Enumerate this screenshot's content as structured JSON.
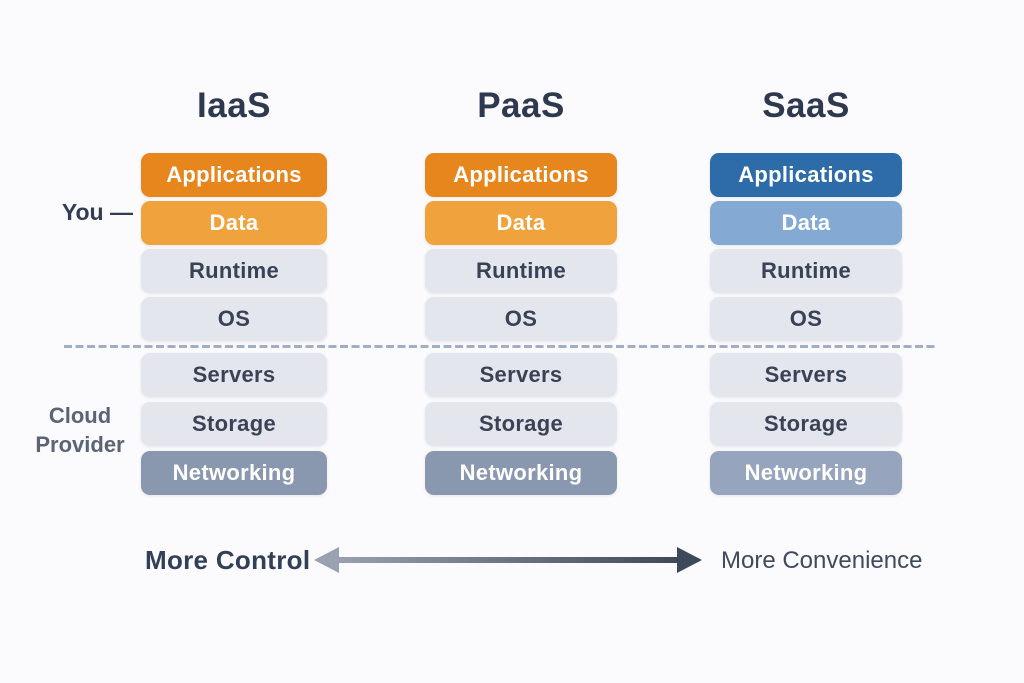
{
  "colors": {
    "background": "#fbfbfd",
    "title-text": "#2e3950",
    "box-text-dark": "#3a4256",
    "box-text-light": "#ffffff",
    "app-orange": "#e8861e",
    "data-orange": "#f0a23c",
    "neutral-gray": "#e4e6ed",
    "net-gray": "#8997af",
    "app-blue": "#2d6ca8",
    "data-blue": "#84a9d3",
    "net-blue": "#97a4be",
    "dashed-line": "#a0aec6",
    "you-label": "#323d54",
    "side-label": "#5a6476",
    "footer-bold-text": "#323f58",
    "footer-regular-text": "#3e4a5e",
    "arrow-light": "#9aa2b1",
    "arrow-dark": "#3d4859"
  },
  "columns": [
    {
      "title": "IaaS",
      "rows": [
        {
          "label": "Applications",
          "color": "app-orange",
          "section": "you"
        },
        {
          "label": "Data",
          "color": "data-orange",
          "section": "you"
        },
        {
          "label": "Runtime",
          "color": "neutral-gray",
          "section": "you"
        },
        {
          "label": "OS",
          "color": "neutral-gray",
          "section": "you"
        },
        {
          "label": "Servers",
          "color": "neutral-gray",
          "section": "cloud-provider"
        },
        {
          "label": "Storage",
          "color": "neutral-gray",
          "section": "cloud-provider"
        },
        {
          "label": "Networking",
          "color": "net-gray",
          "section": "cloud-provider"
        }
      ]
    },
    {
      "title": "PaaS",
      "rows": [
        {
          "label": "Applications",
          "color": "app-orange",
          "section": "you"
        },
        {
          "label": "Data",
          "color": "data-orange",
          "section": "you"
        },
        {
          "label": "Runtime",
          "color": "neutral-gray",
          "section": "you"
        },
        {
          "label": "OS",
          "color": "neutral-gray",
          "section": "you"
        },
        {
          "label": "Servers",
          "color": "neutral-gray",
          "section": "cloud-provider"
        },
        {
          "label": "Storage",
          "color": "neutral-gray",
          "section": "cloud-provider"
        },
        {
          "label": "Networking",
          "color": "net-gray",
          "section": "cloud-provider"
        }
      ]
    },
    {
      "title": "SaaS",
      "rows": [
        {
          "label": "Applications",
          "color": "app-blue",
          "section": "you"
        },
        {
          "label": "Data",
          "color": "data-blue",
          "section": "you"
        },
        {
          "label": "Runtime",
          "color": "neutral-gray",
          "section": "you"
        },
        {
          "label": "OS",
          "color": "neutral-gray",
          "section": "you"
        },
        {
          "label": "Servers",
          "color": "neutral-gray",
          "section": "cloud-provider"
        },
        {
          "label": "Storage",
          "color": "neutral-gray",
          "section": "cloud-provider"
        },
        {
          "label": "Networking",
          "color": "net-gray",
          "section": "cloud-provider"
        }
      ]
    }
  ],
  "side_labels": {
    "you": "You —",
    "cloud_provider_line1": "Cloud",
    "cloud_provider_line2": "Provider"
  },
  "footer": {
    "more_control": "More Control",
    "more_convenience": "More Convenience"
  }
}
